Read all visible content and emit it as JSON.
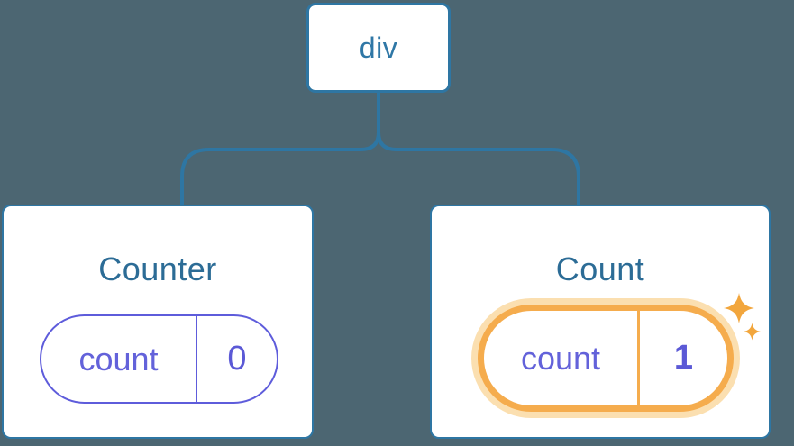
{
  "canvas": {
    "background": "#4C6672"
  },
  "colors": {
    "node_border_blue": "#2E76A3",
    "node_label_blue": "#2F77A6",
    "title_blue": "#2C6C96",
    "state_purple_border": "#5E5CDB",
    "state_purple_text": "#6362DA",
    "state_value_purple": "#5B59D6",
    "highlight_orange": "#F5AC4D",
    "highlight_halo": "#FBDFB0",
    "sparkle_orange": "#F2A63D",
    "card_background": "#FFFFFF"
  },
  "tree": {
    "root": {
      "label": "div"
    },
    "children": [
      {
        "title": "Counter",
        "state": {
          "key": "count",
          "value": "0",
          "highlighted": false
        }
      },
      {
        "title": "Count",
        "state": {
          "key": "count",
          "value": "1",
          "highlighted": true
        }
      }
    ]
  },
  "icons": {
    "sparkle": "✦"
  }
}
